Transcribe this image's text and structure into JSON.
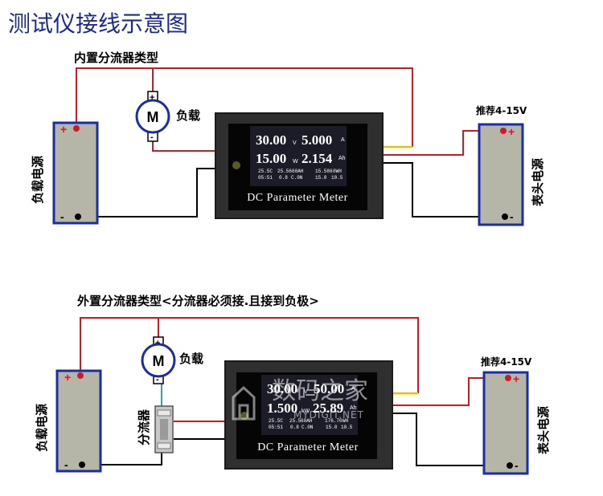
{
  "title": "测试仪接线示意图",
  "top": {
    "type_label": "内置分流器类型",
    "load_label": "负载",
    "load_source_label": "负载电源",
    "meter_source_label": "表头电源",
    "recommend_label": "推荐4-15V",
    "motor_letter": "M",
    "meter": {
      "v_value": "30.00",
      "v_unit": "V",
      "a_value": "5.000",
      "a_unit": "A",
      "w_value": "15.00",
      "w_unit": "W",
      "ah_value": "2.154",
      "ah_unit": "Ah",
      "small_1": "25.5C",
      "small_2": "25.56",
      "small_3": "60AH",
      "small_4": "15.586",
      "small_5": "0WH",
      "small_6": "05:51",
      "small_7": "0.8",
      "small_8": "C.0N",
      "small_9": "15.0",
      "small_10": "10.5",
      "name": "DC Parameter Meter"
    }
  },
  "bottom": {
    "type_label": "外置分流器类型<分流器必须接.且接到负极>",
    "load_label": "负载",
    "shunt_label": "分流器",
    "load_source_label": "负载电源",
    "meter_source_label": "表头电源",
    "recommend_label": "推荐4-15V",
    "motor_letter": "M",
    "meter": {
      "v_value": "30.00",
      "v_unit": "V",
      "a_value": "50.00",
      "a_unit": "A",
      "w_value": "1.500",
      "w_unit": "kW",
      "ah_value": "25.89",
      "ah_unit": "Ah",
      "small_1": "25.5C",
      "small_2": "25.5",
      "small_3": "60AH",
      "small_4": "176.70",
      "small_5": "WH",
      "small_6": "05:51",
      "small_7": "0.8",
      "small_8": "C.0N",
      "small_9": "15.0",
      "small_10": "10.5",
      "name": "DC Parameter Meter"
    },
    "watermark": {
      "text": "数码之家",
      "sub": "MYDIGIT.NET"
    }
  },
  "polarity": {
    "plus": "+",
    "minus": "-"
  },
  "colors": {
    "wire_red": "#cc1b24",
    "wire_black": "#000000",
    "wire_yellow": "#f0c000",
    "battery_fill": "#b5b5a8",
    "battery_border": "#1b2ea0",
    "meter_case": "#2f2f2f",
    "meter_screen": "#050505",
    "title_blue": "#1a2b8a"
  }
}
